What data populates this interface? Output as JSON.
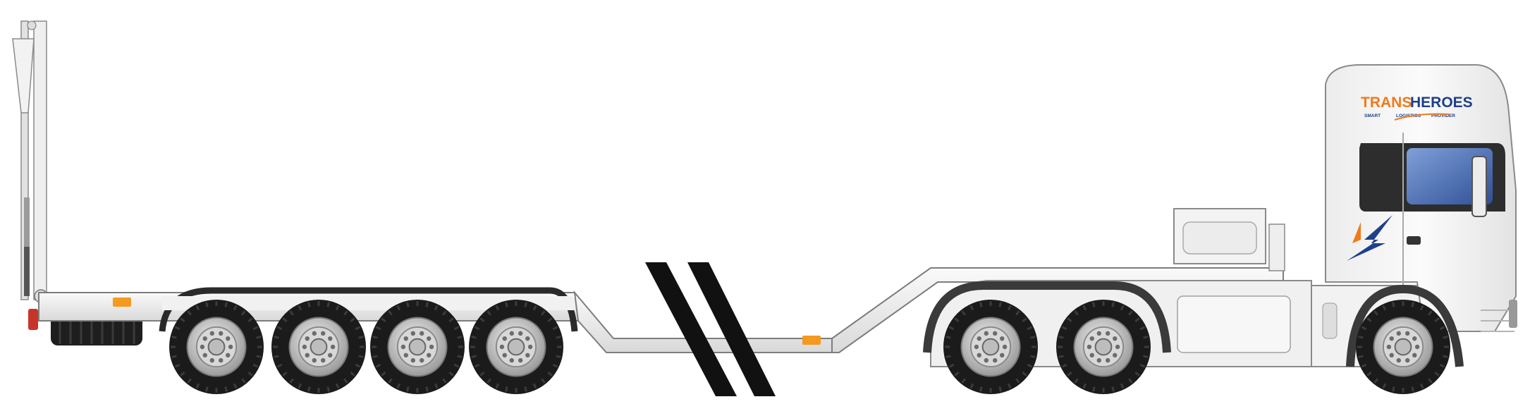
{
  "brand": {
    "name_part1": "TRANS",
    "name_part2": "HEROES",
    "tagline_1": "SMART",
    "tagline_2": "LOGISTICS",
    "tagline_3": "PROVIDER",
    "color_primary": "#1e3f8a",
    "color_accent": "#f07a1a"
  },
  "illustration": {
    "subject": "lowbed-trailer-with-tractor-truck",
    "trailer_axles": 4,
    "truck_rear_axles": 2,
    "truck_front_axles": 1,
    "body_color": "#f4f4f4",
    "tire_color": "#1b1b1b",
    "marker_light_color": "#f39a1f"
  }
}
